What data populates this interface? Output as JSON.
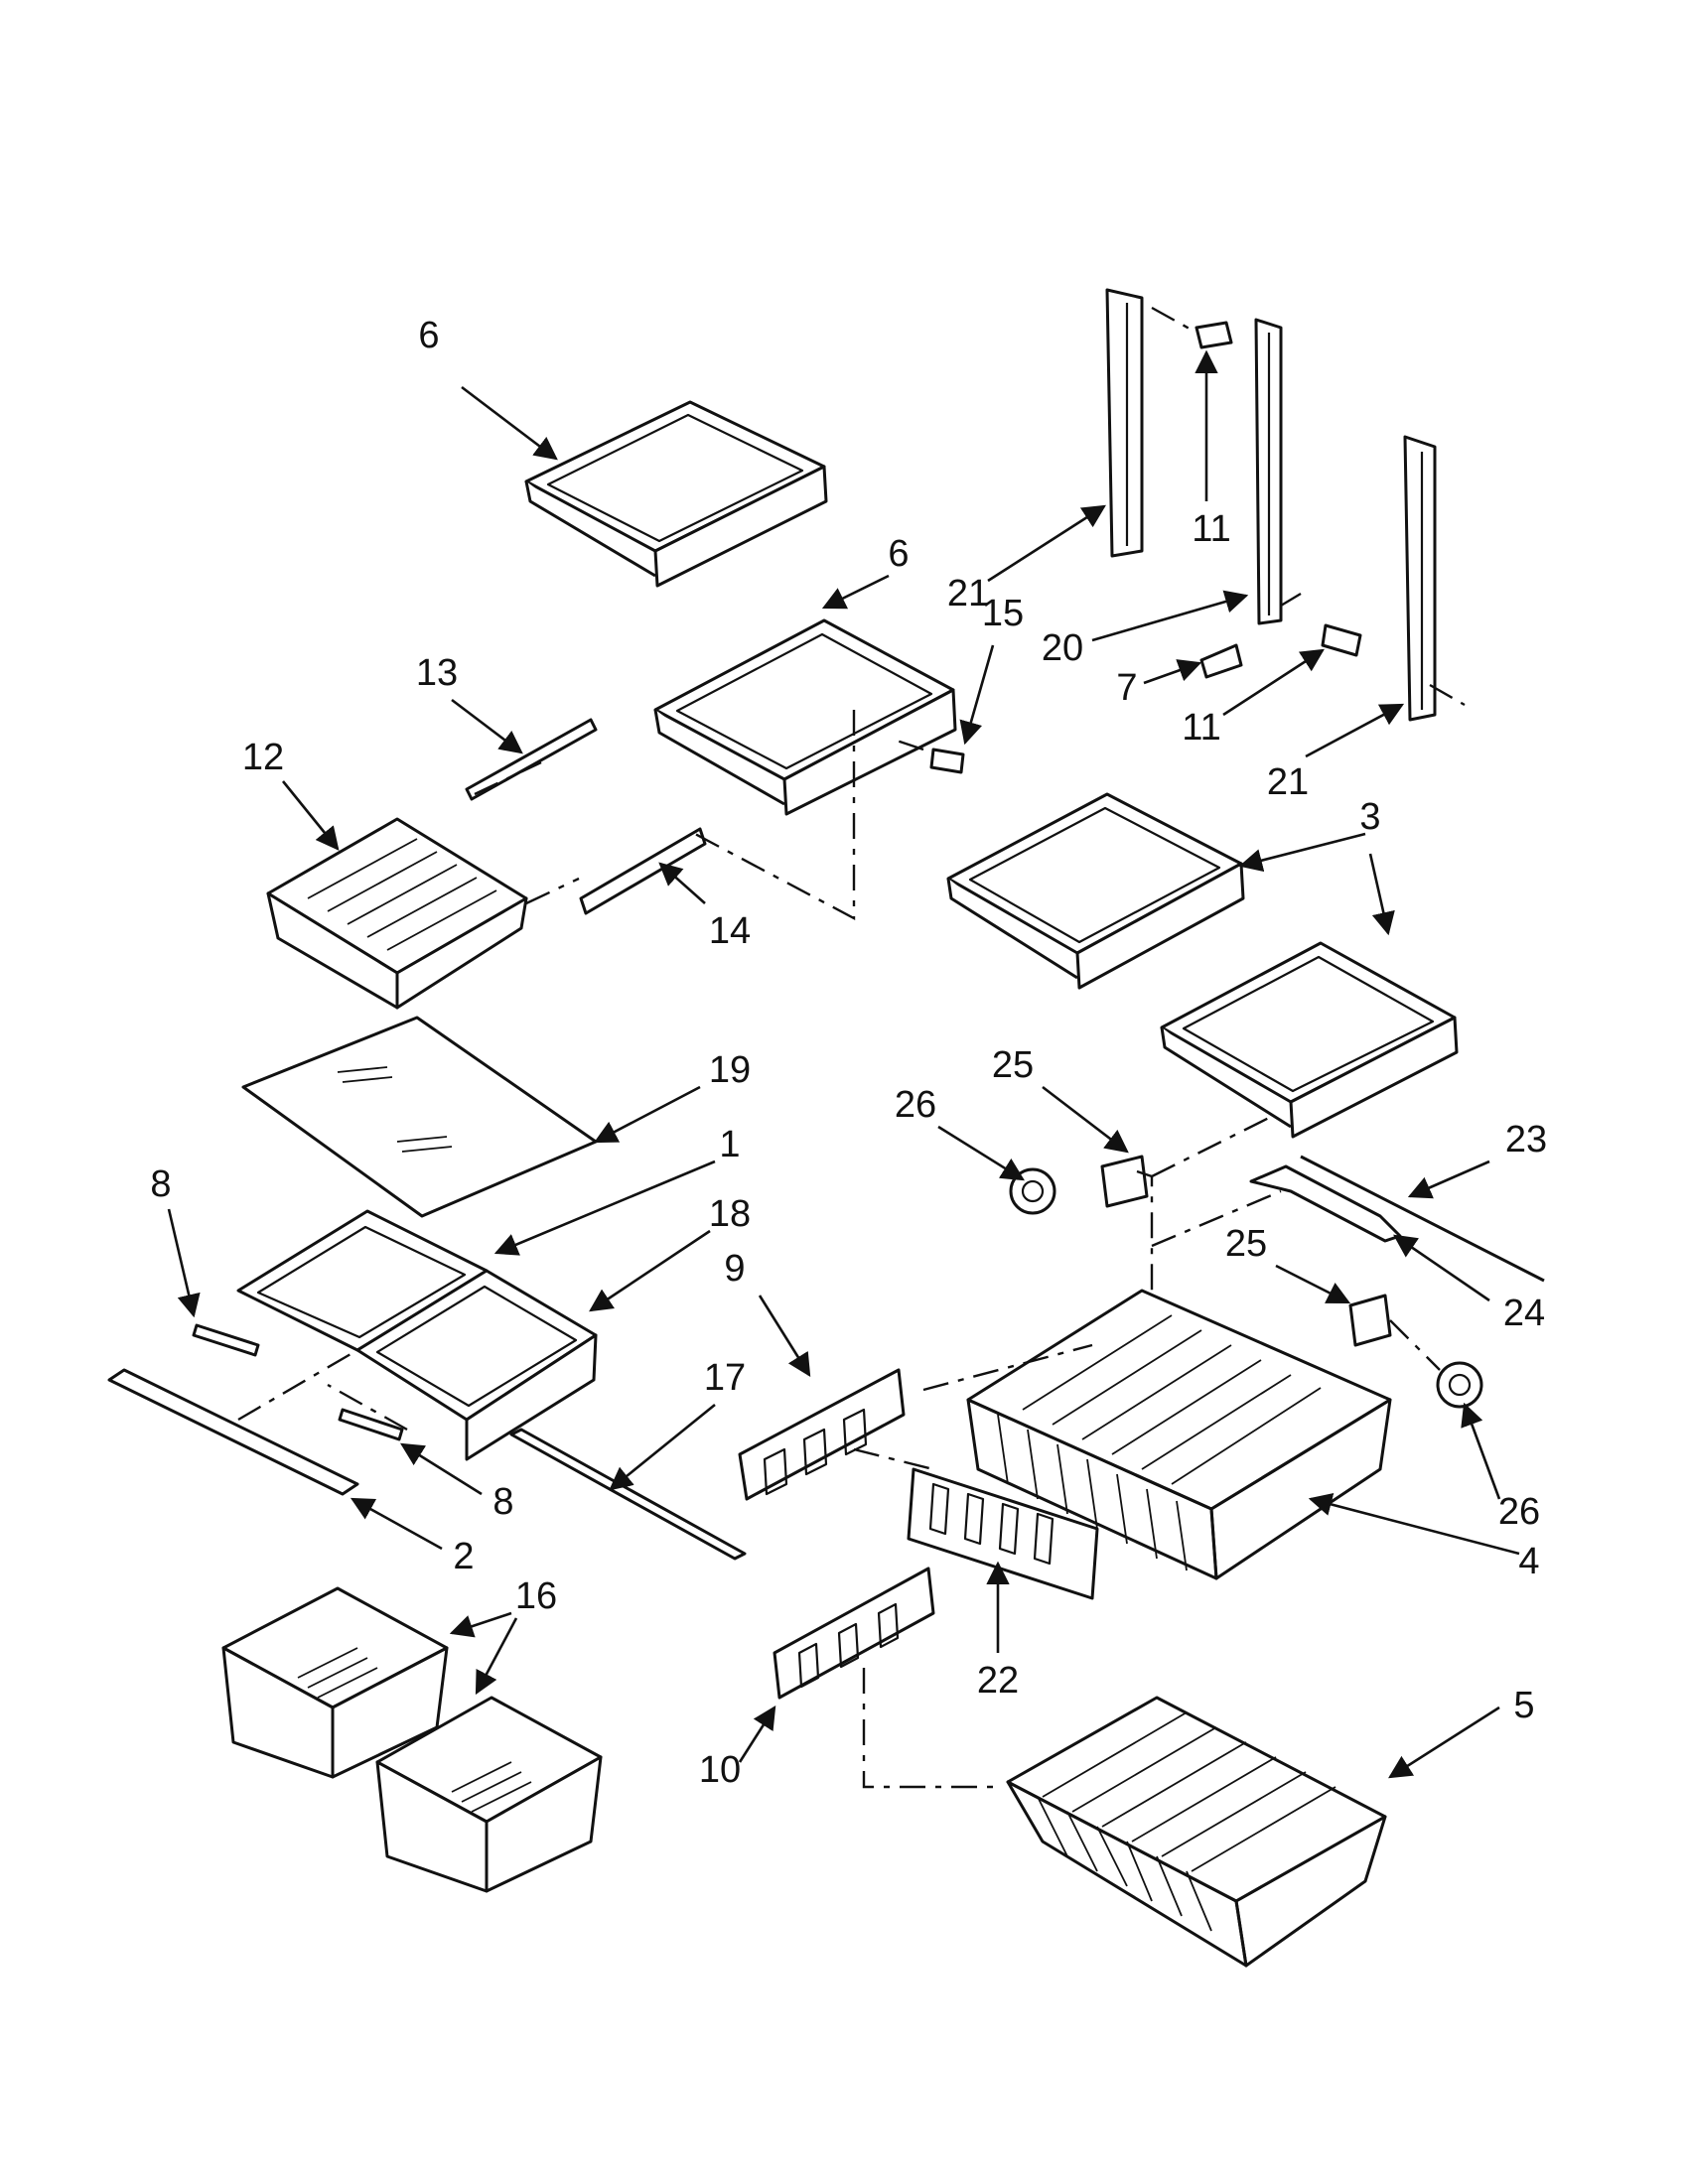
{
  "callouts": [
    {
      "id": "c1",
      "text": "6"
    },
    {
      "id": "c2",
      "text": "6"
    },
    {
      "id": "c3",
      "text": "21"
    },
    {
      "id": "c4",
      "text": "15"
    },
    {
      "id": "c5",
      "text": "11"
    },
    {
      "id": "c6",
      "text": "20"
    },
    {
      "id": "c7",
      "text": "7"
    },
    {
      "id": "c8",
      "text": "11"
    },
    {
      "id": "c9",
      "text": "21"
    },
    {
      "id": "c10",
      "text": "13"
    },
    {
      "id": "c11",
      "text": "12"
    },
    {
      "id": "c12",
      "text": "14"
    },
    {
      "id": "c13",
      "text": "3"
    },
    {
      "id": "c14",
      "text": "19"
    },
    {
      "id": "c15",
      "text": "1"
    },
    {
      "id": "c16",
      "text": "8"
    },
    {
      "id": "c17",
      "text": "18"
    },
    {
      "id": "c18",
      "text": "25"
    },
    {
      "id": "c19",
      "text": "26"
    },
    {
      "id": "c20",
      "text": "23"
    },
    {
      "id": "c21",
      "text": "25"
    },
    {
      "id": "c22",
      "text": "24"
    },
    {
      "id": "c23",
      "text": "9"
    },
    {
      "id": "c24",
      "text": "17"
    },
    {
      "id": "c25",
      "text": "8"
    },
    {
      "id": "c26",
      "text": "2"
    },
    {
      "id": "c27",
      "text": "26"
    },
    {
      "id": "c28",
      "text": "4"
    },
    {
      "id": "c29",
      "text": "16"
    },
    {
      "id": "c30",
      "text": "22"
    },
    {
      "id": "c31",
      "text": "5"
    },
    {
      "id": "c32",
      "text": "10"
    }
  ]
}
